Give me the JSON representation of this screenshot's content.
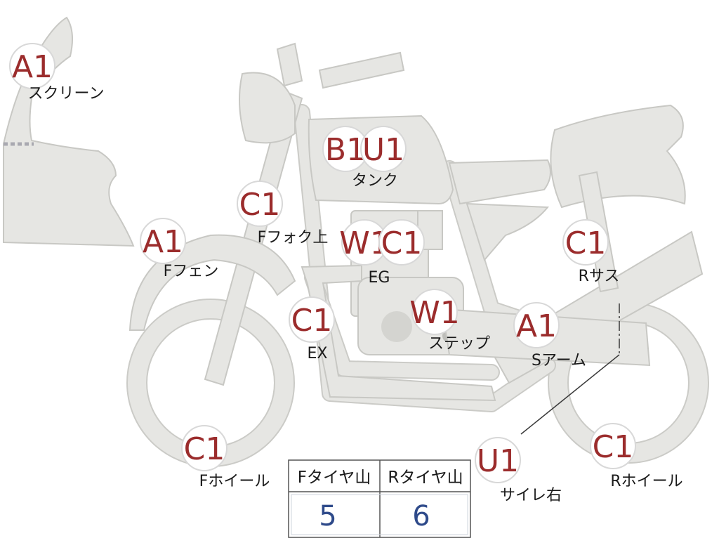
{
  "parts": [
    {
      "id": "screen",
      "codes": [
        "A1"
      ],
      "label": "スクリーン"
    },
    {
      "id": "tank",
      "codes": [
        "B1",
        "U1"
      ],
      "label": "タンク"
    },
    {
      "id": "ffork",
      "codes": [
        "C1"
      ],
      "label": "Fフォク上"
    },
    {
      "id": "ffender",
      "codes": [
        "A1"
      ],
      "label": "Fフェン"
    },
    {
      "id": "engine",
      "codes": [
        "W1",
        "C1"
      ],
      "label": "EG"
    },
    {
      "id": "exhaust",
      "codes": [
        "C1"
      ],
      "label": "EX"
    },
    {
      "id": "step",
      "codes": [
        "W1"
      ],
      "label": "ステップ"
    },
    {
      "id": "rsus",
      "codes": [
        "C1"
      ],
      "label": "Rサス"
    },
    {
      "id": "sarm",
      "codes": [
        "A1"
      ],
      "label": "Sアーム"
    },
    {
      "id": "fwheel",
      "codes": [
        "C1"
      ],
      "label": "Fホイール"
    },
    {
      "id": "rwheel",
      "codes": [
        "C1"
      ],
      "label": "Rホイール"
    },
    {
      "id": "silencer",
      "codes": [
        "U1"
      ],
      "label": "サイレ右"
    }
  ],
  "tire_table": {
    "headers": [
      "Fタイヤ山",
      "Rタイヤ山"
    ],
    "values": [
      "5",
      "6"
    ]
  },
  "colors": {
    "code": "#9b2c2c",
    "part_fill": "#e6e6e3",
    "table_value": "#2e4a8a"
  }
}
